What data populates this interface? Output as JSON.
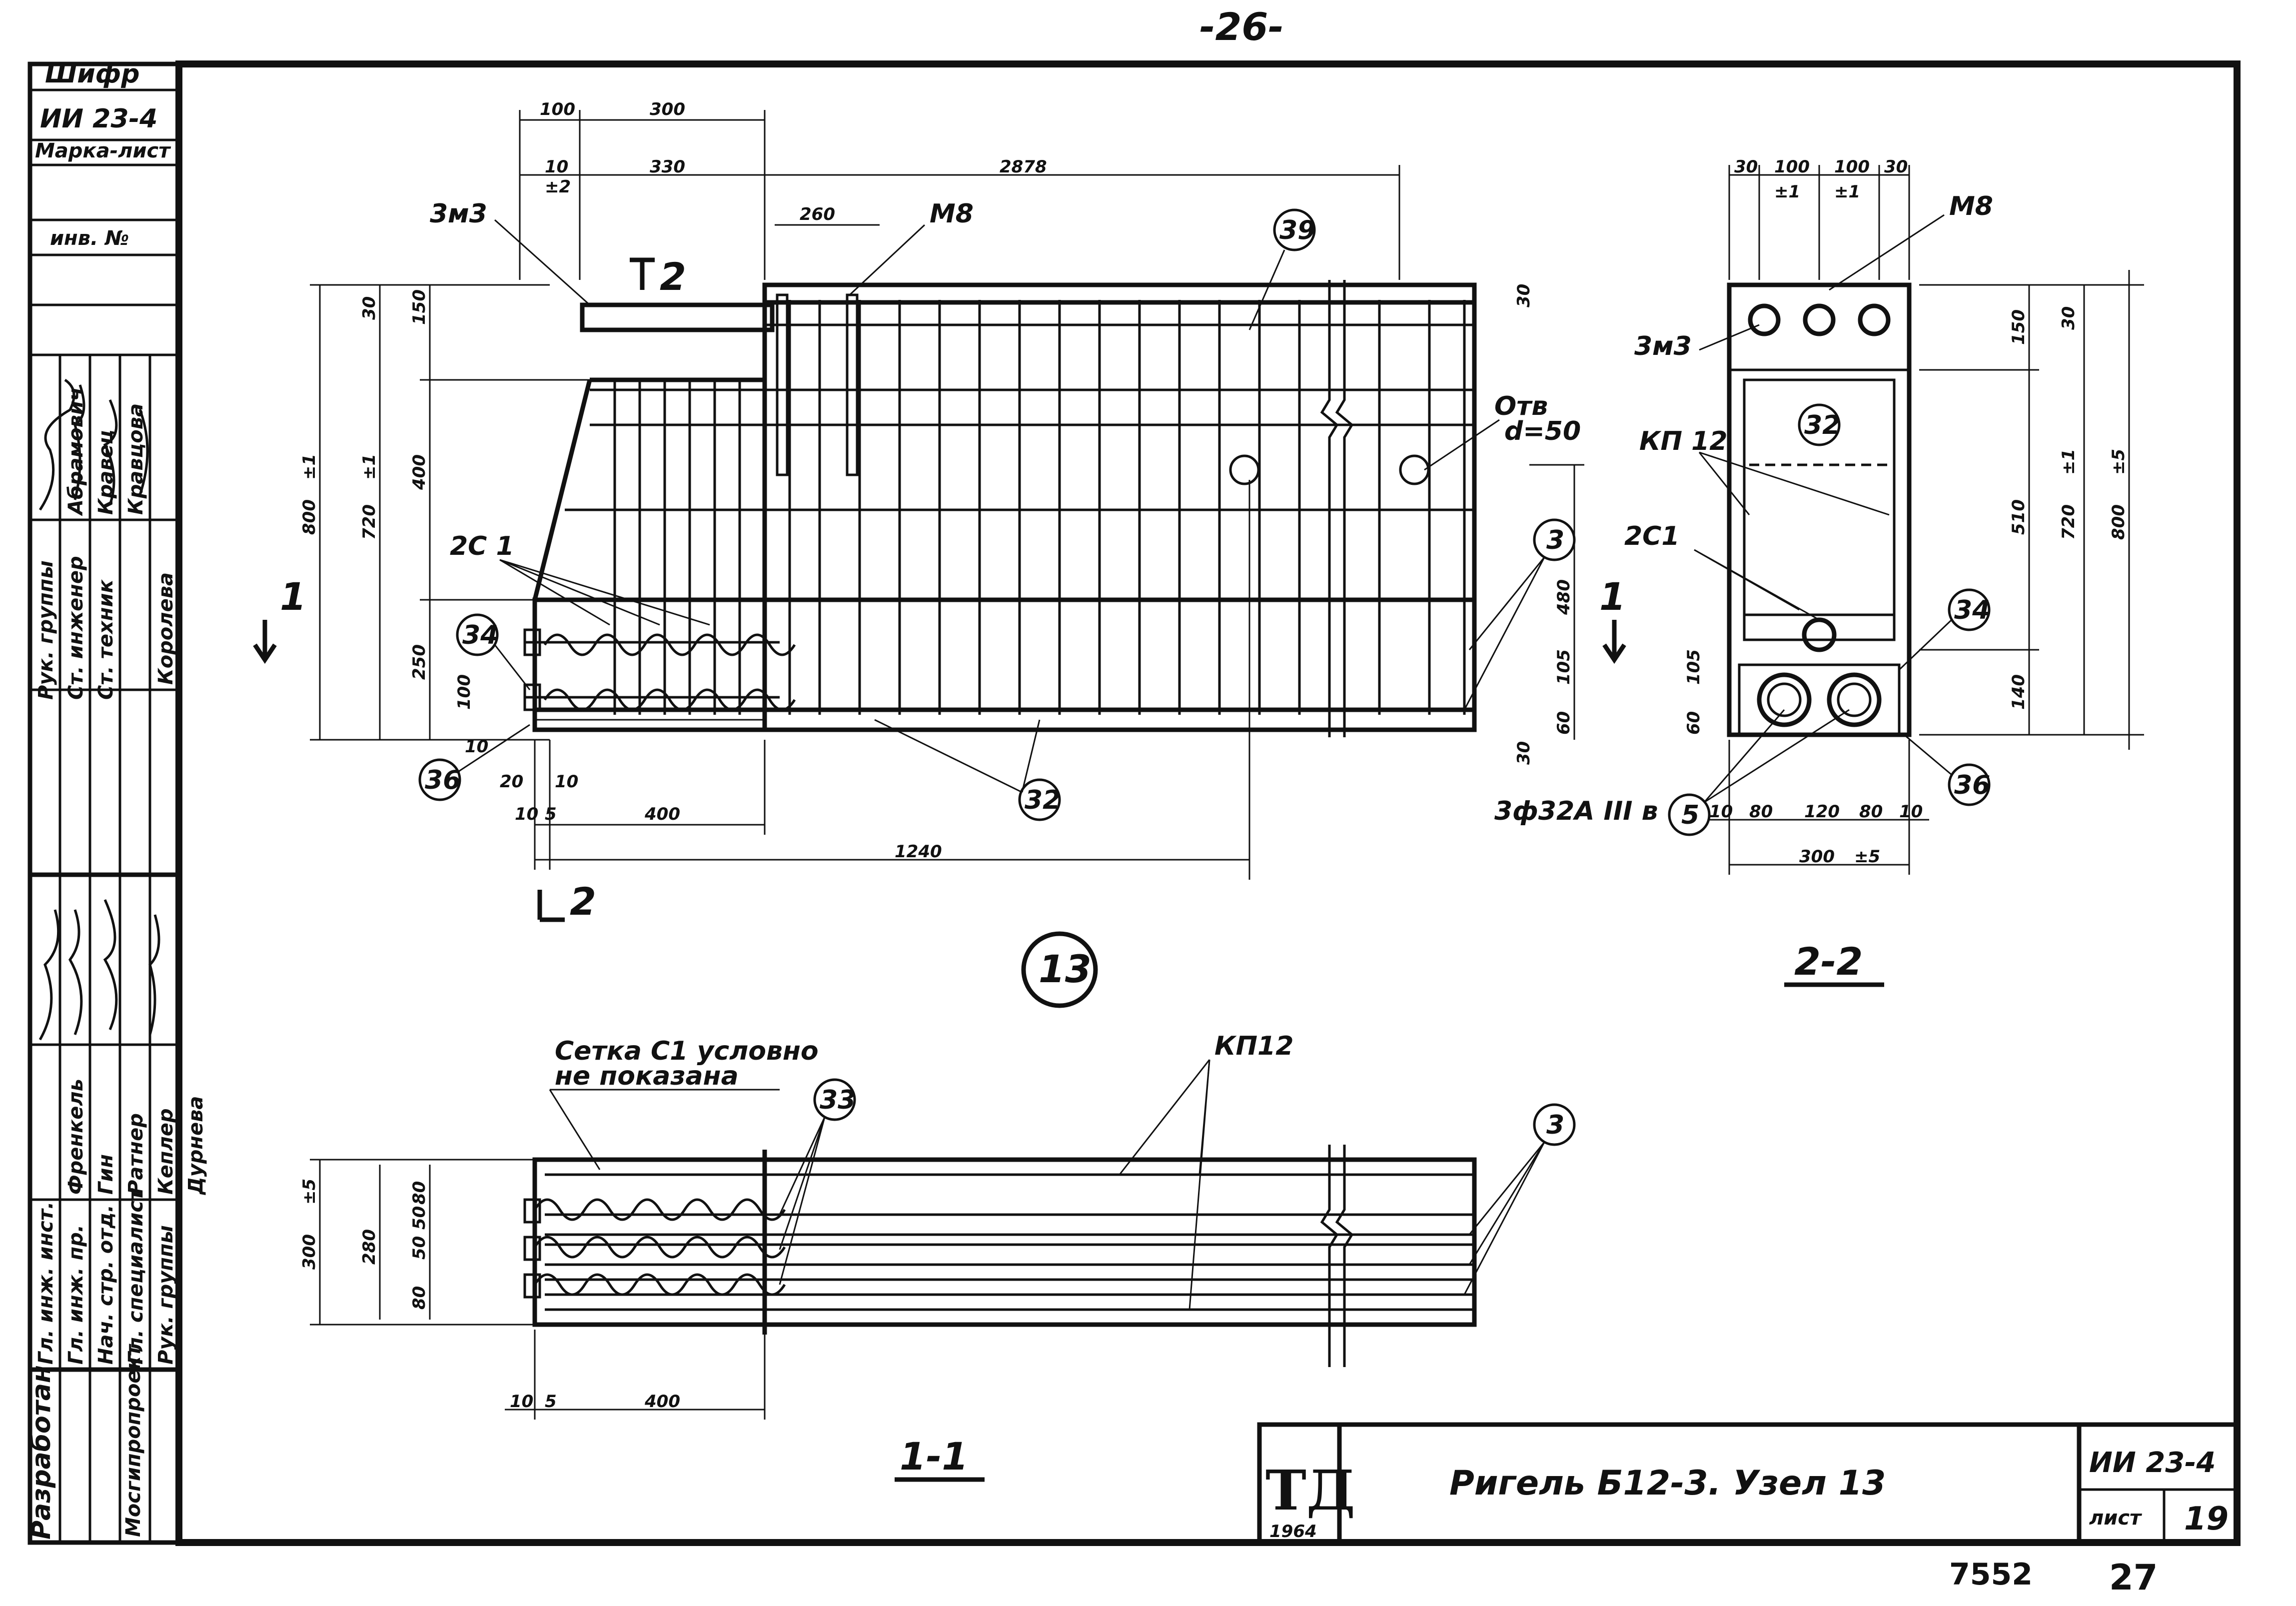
{
  "page_number": "-26-",
  "stamp": {
    "code": "ИИ 23-4",
    "sheet_label": "лист",
    "sheet_no": "19",
    "title": "Ригель Б12-3. Узел 13",
    "logo": "ТД",
    "year": "1964",
    "archive_no": "7552",
    "page_no": "27"
  },
  "side_table": {
    "cipher_label": "Шифр",
    "cipher": "ИИ 23-4",
    "mark_label": "Марка-лист",
    "inv_label": "инв. №",
    "developed": "Разработан",
    "org": "Мосгипропроект",
    "roles_a": [
      "Рук. группы",
      "Ст. инженер",
      "Ст. техник"
    ],
    "names_a": [
      "Абрамович",
      "Кравец",
      "Кравцова",
      "Королева"
    ],
    "roles_b": [
      "Гл. инж. инст.",
      "Гл. инж. пр.",
      "Нач. стр. отд.",
      "Гл. специалист",
      "Рук. группы"
    ],
    "names_b": [
      "Френкель",
      "Гин",
      "Ратнер",
      "Кеплер",
      "Дурнева"
    ]
  },
  "node_label": "13",
  "section_labels": {
    "s11": "1-1",
    "s22": "2-2",
    "cut1": "1",
    "cut2": "2"
  },
  "notes": {
    "mesh": "Сетка С1 условно",
    "mesh2": "не показана",
    "hole": "Отв",
    "hole_d": "d=50",
    "rebar": "3ф32А III в"
  },
  "marks": {
    "zm3": "3м3",
    "m8": "М8",
    "kp12": "КП 12",
    "kp12b": "КП12",
    "c2c1": "2С 1",
    "c2c1b": "2С1",
    "c39": "39",
    "c3": "3",
    "c34": "34",
    "c36": "36",
    "c32": "32",
    "c33": "33",
    "c5": "5"
  },
  "dims": {
    "d100": "100",
    "d300": "300",
    "d10": "10",
    "d330": "330",
    "d2878": "2878",
    "d260": "260",
    "d30": "30",
    "d150": "150",
    "d800": "800",
    "d720": "720",
    "d400": "400",
    "d250": "250",
    "d480": "480",
    "d105": "105",
    "d60": "60",
    "d20": "20",
    "d5": "5",
    "d1240": "1240",
    "d510": "510",
    "d140": "140",
    "d80": "80",
    "d120": "120",
    "d280": "280",
    "d50": "50",
    "tol1": "±2",
    "tol2": "±1",
    "tol3": "±5"
  }
}
